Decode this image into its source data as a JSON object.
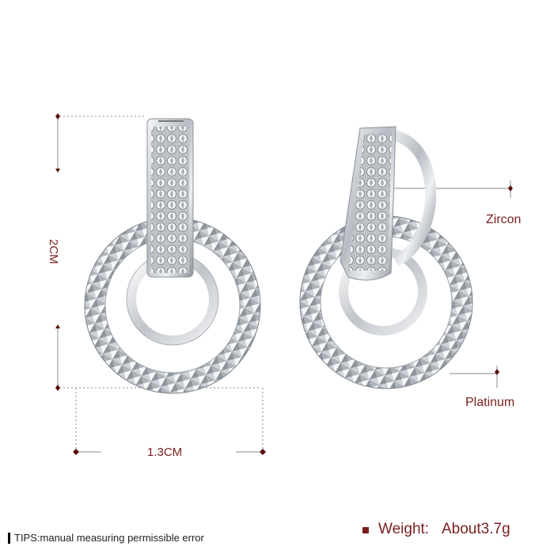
{
  "dimensions": {
    "height": "2CM",
    "width": "1.3CM"
  },
  "callouts": {
    "zircon": "Zircon",
    "platinum": "Platinum"
  },
  "footer": {
    "tips": "TIPS:manual measuring permissible error",
    "weight_label": "Weight:",
    "weight_value": "About3.7g"
  },
  "colors": {
    "accent": "#7a1f1f",
    "metal": "#c9cdd3"
  }
}
